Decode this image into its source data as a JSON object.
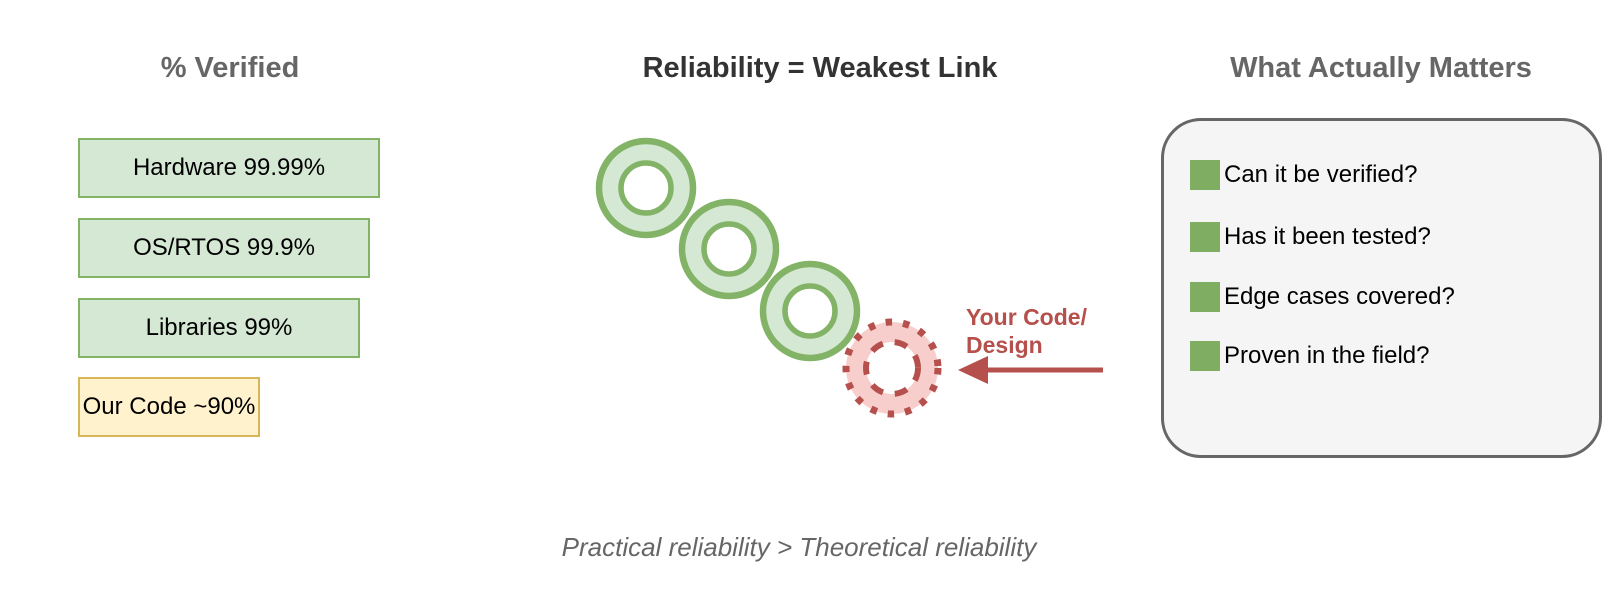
{
  "left_panel": {
    "title": "% Verified",
    "bars": [
      {
        "label": "Hardware 99.99%",
        "component": "Hardware",
        "verified": "99.99%",
        "fill": "#d5e8d4",
        "border": "#82b366"
      },
      {
        "label": "OS/RTOS 99.9%",
        "component": "OS/RTOS",
        "verified": "99.9%",
        "fill": "#d5e8d4",
        "border": "#82b366"
      },
      {
        "label": "Libraries 99%",
        "component": "Libraries",
        "verified": "99%",
        "fill": "#d5e8d4",
        "border": "#82b366"
      },
      {
        "label": "Our Code ~90%",
        "component": "Our Code",
        "verified": "~90%",
        "fill": "#fff2cc",
        "border": "#d6b656"
      }
    ]
  },
  "center_panel": {
    "title": "Reliability = Weakest Link",
    "chain": {
      "strong_links": 3,
      "weak_links": 1
    },
    "weak_link_label": {
      "line1": "Your Code/",
      "line2": "Design"
    }
  },
  "right_panel": {
    "title": "What Actually Matters",
    "items": [
      {
        "label": "Can it be verified?"
      },
      {
        "label": "Has it been tested?"
      },
      {
        "label": "Edge cases covered?"
      },
      {
        "label": "Proven in the field?"
      }
    ]
  },
  "caption": "Practical reliability > Theoretical reliability",
  "colors": {
    "green_fill": "#d5e8d4",
    "green_stroke": "#82b366",
    "yellow_fill": "#fff2cc",
    "yellow_stroke": "#d6b656",
    "red_fill": "#f8cecc",
    "red_stroke": "#b5504c",
    "checklist_square": "#7fae62",
    "panel_fill": "#f5f5f5",
    "panel_border": "#666666",
    "side_title": "#666666",
    "center_title": "#333333"
  }
}
